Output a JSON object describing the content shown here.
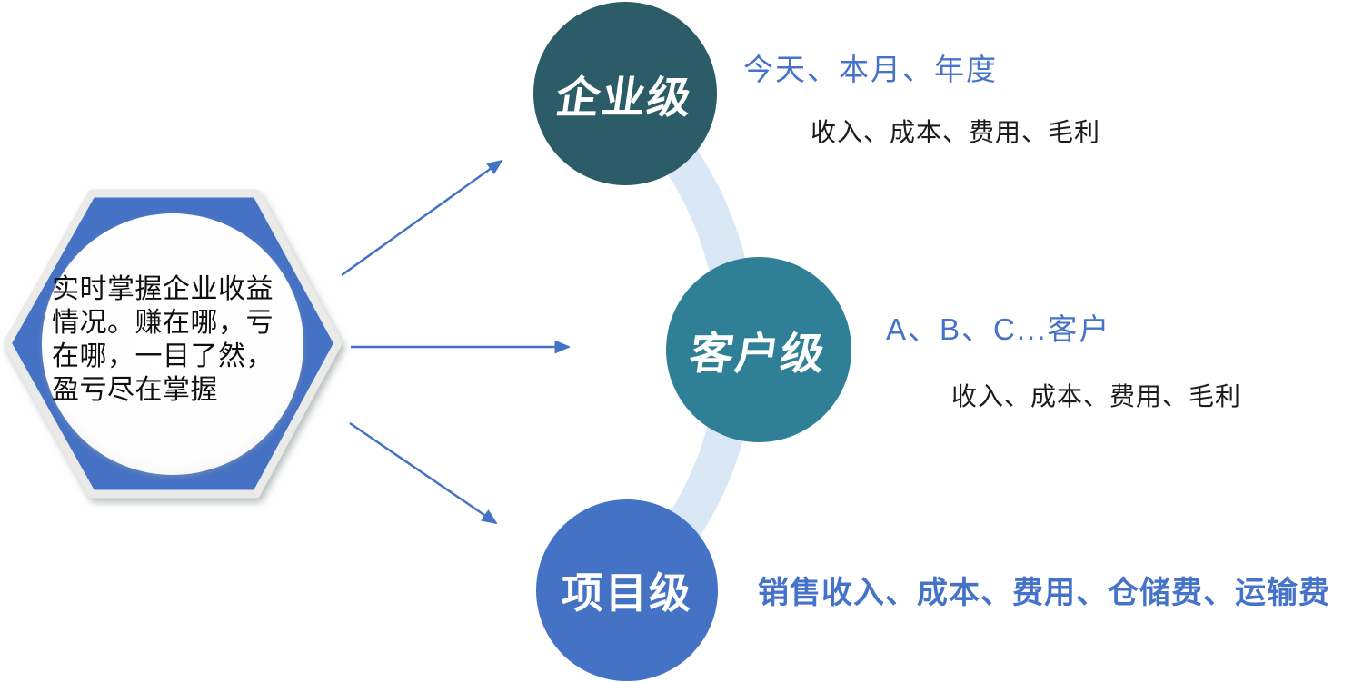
{
  "diagram": {
    "hexagon": {
      "text": "实时掌握企业收益\n情况。赚在哪，亏\n在哪，一目了然，\n盈亏尽在掌握",
      "fill_color": "#4472C4",
      "inner_color": "#FFFFFF"
    },
    "levels": [
      {
        "id": "enterprise",
        "circle_label": "企业级",
        "circle_color": "#2B5C68",
        "primary_text": "今天、本月、年度",
        "secondary_text": "收入、成本、费用、毛利"
      },
      {
        "id": "customer",
        "circle_label": "客户级",
        "circle_color": "#2F8096",
        "primary_text": "A、B、C...客户",
        "secondary_text": "收入、成本、费用、毛利"
      },
      {
        "id": "project",
        "circle_label": "项目级",
        "circle_color": "#4472C4",
        "primary_text": "销售收入、成本、费用、仓储费、运输费",
        "secondary_text": ""
      }
    ],
    "colors": {
      "accent_blue": "#4472C4",
      "primary_text_blue": "#4573C9",
      "connector_arc": "#D9E8F4",
      "body_text": "#0F0F0F"
    }
  }
}
